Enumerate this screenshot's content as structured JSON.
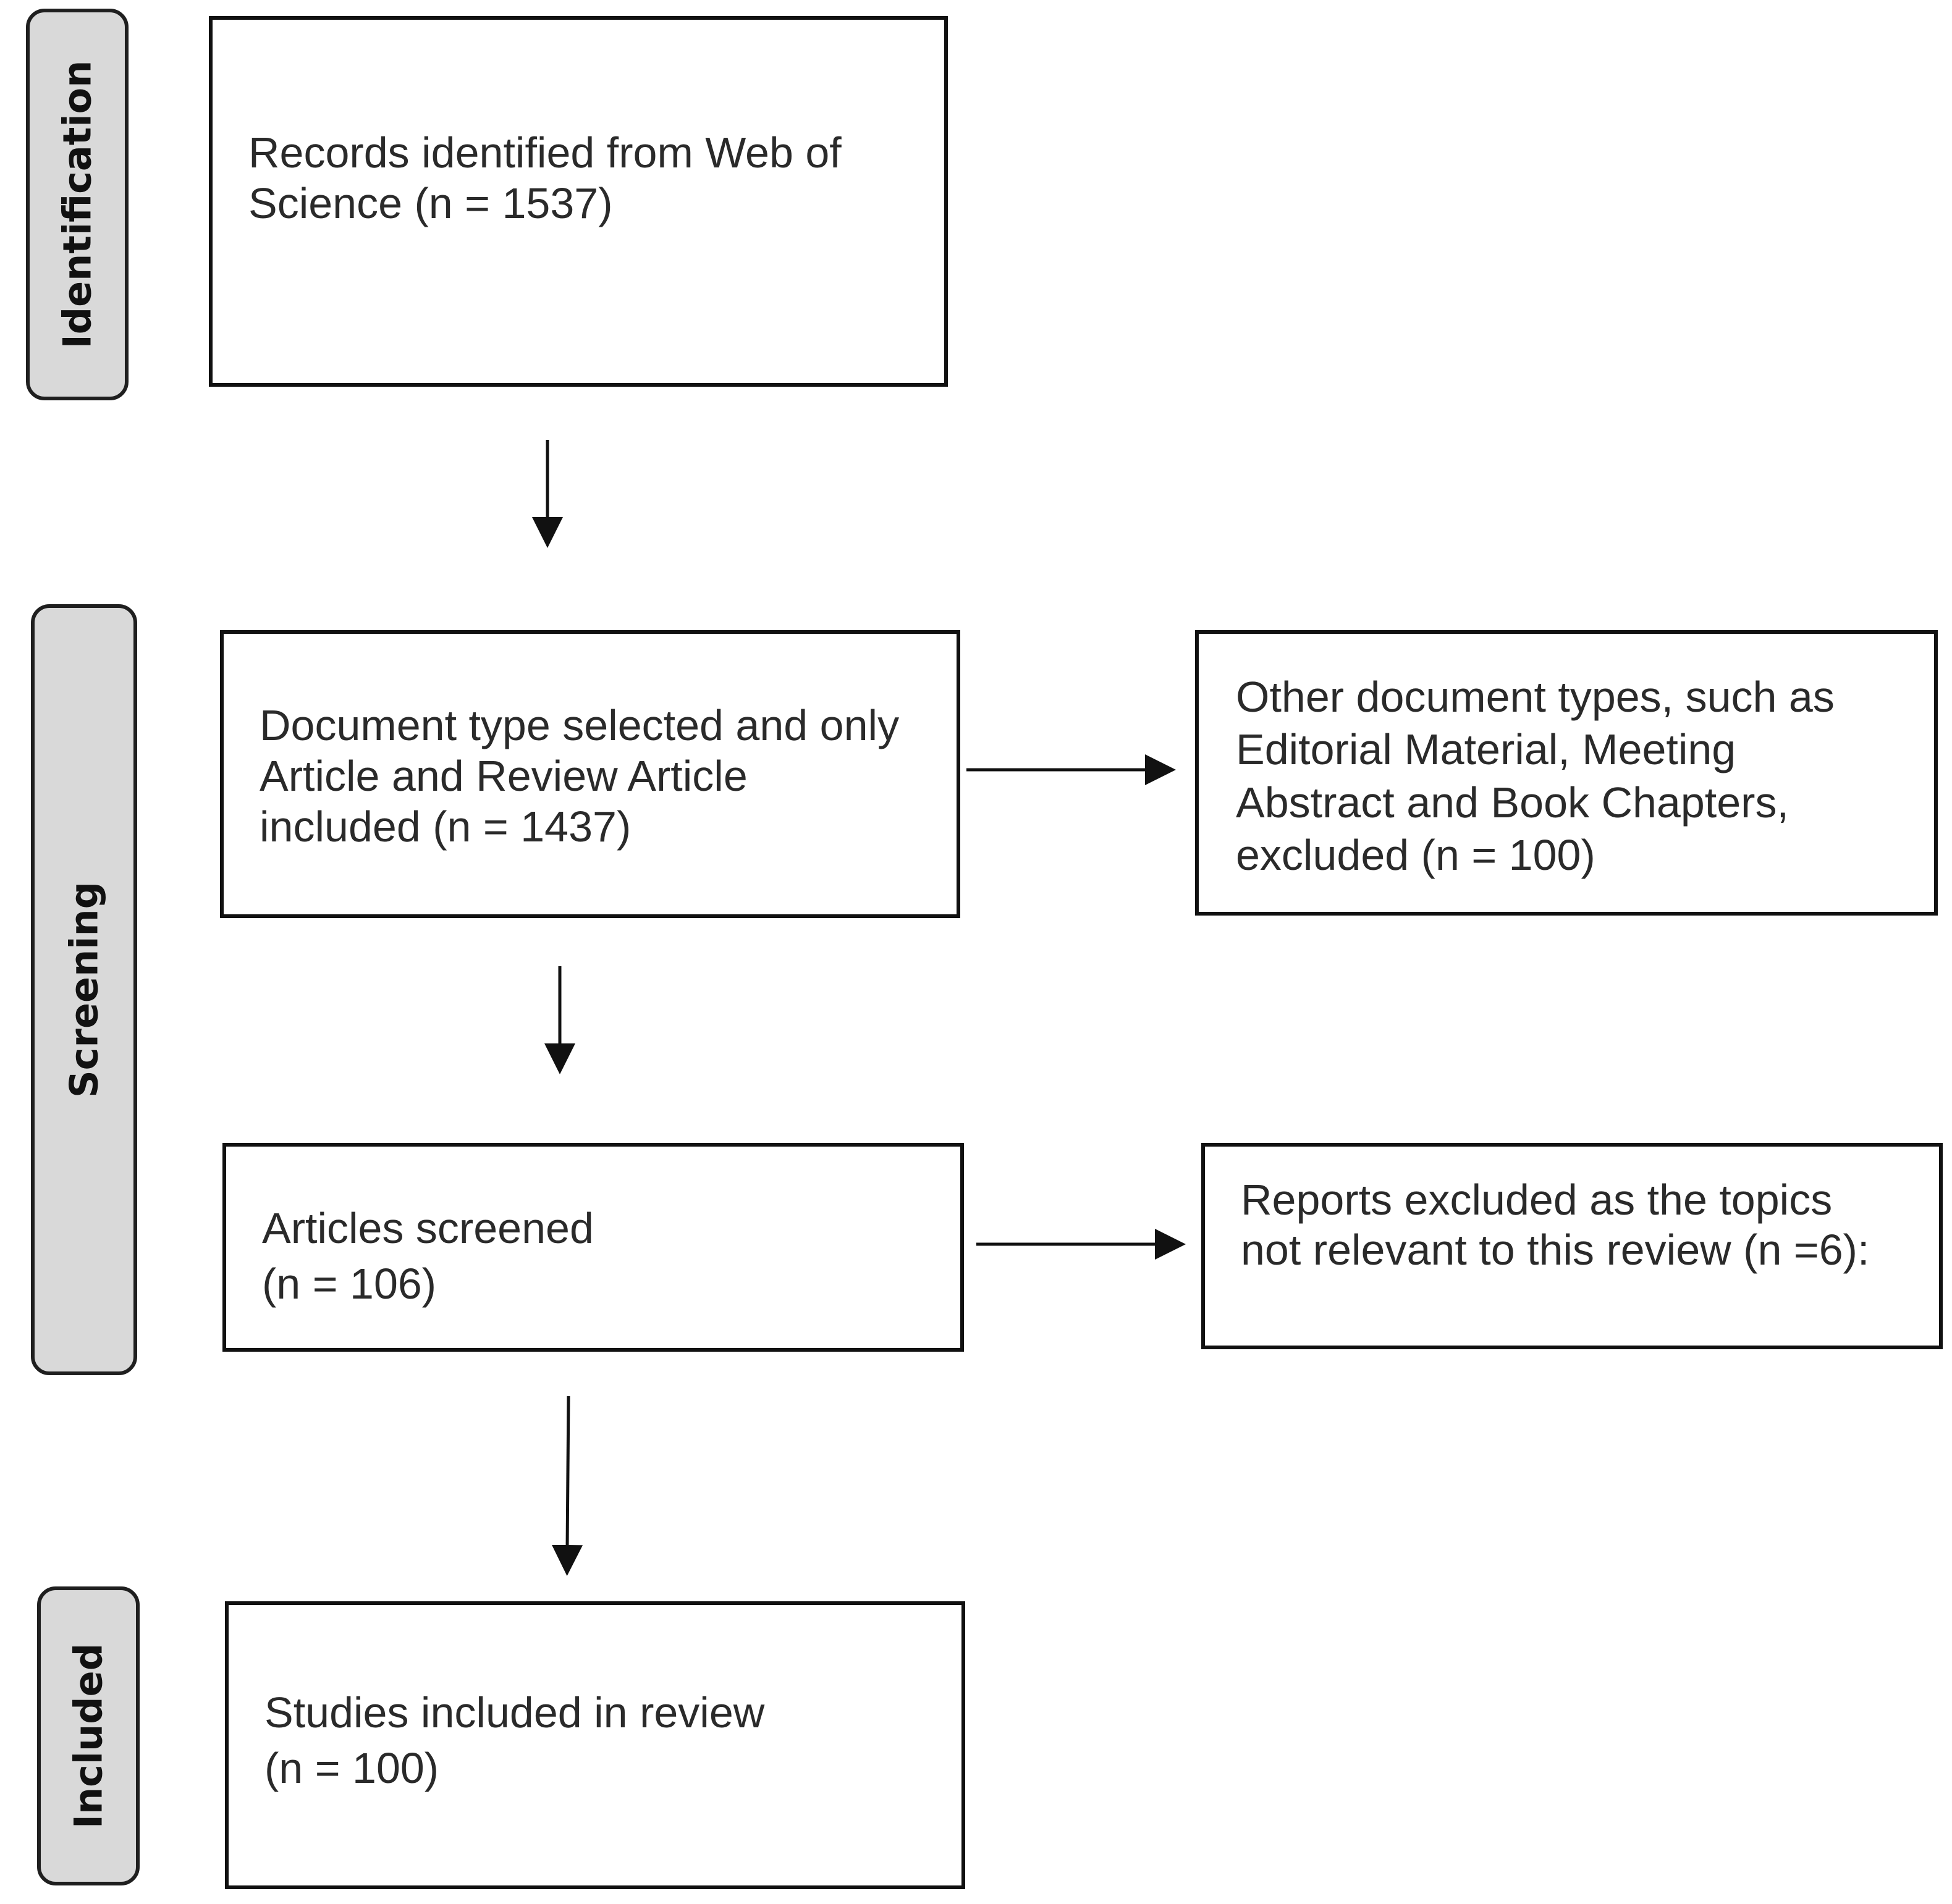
{
  "stages": {
    "identification": "Identification",
    "screening": "Screening",
    "included": "Included"
  },
  "boxes": {
    "records_identified": {
      "lines": [
        "Records identified from Web of",
        "Science (n = 1537)"
      ]
    },
    "document_type_selected": {
      "lines": [
        "Document type selected and only",
        "Article and Review Article",
        "included (n = 1437)"
      ]
    },
    "other_document_types_excluded": {
      "lines": [
        "Other document types, such as",
        "Editorial Material, Meeting",
        "Abstract and Book Chapters,",
        "excluded (n = 100)"
      ]
    },
    "articles_screened": {
      "lines": [
        "Articles screened",
        "(n = 106)"
      ]
    },
    "reports_excluded": {
      "lines": [
        "Reports excluded as the topics",
        "not relevant to this review (n =6):"
      ]
    },
    "studies_included": {
      "lines": [
        "Studies included in review",
        "(n = 100)"
      ]
    }
  }
}
